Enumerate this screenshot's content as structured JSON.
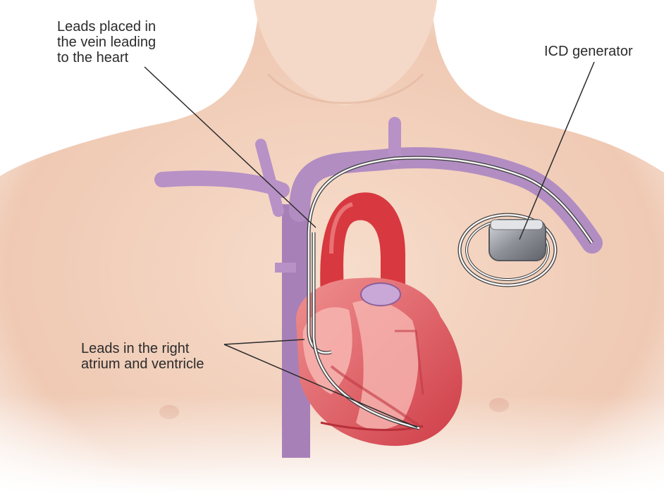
{
  "labels": {
    "leads_vein": "Leads placed in\nthe vein leading\nto the heart",
    "icd_generator": "ICD generator",
    "leads_heart": "Leads in the right\natrium and ventricle"
  },
  "colors": {
    "skin": "#f3d5c3",
    "skin_shadow": "#e8bea6",
    "vein": "#a880b8",
    "vein_light": "#c7a6d2",
    "heart": "#d9434c",
    "heart_light": "#ef8f8f",
    "aorta": "#d8383f",
    "device": "#9a9ca3",
    "lead_wire": "#f5f5f5",
    "leader_line": "#2b2b2b"
  },
  "icons": {
    "device": "icd-generator-icon"
  }
}
